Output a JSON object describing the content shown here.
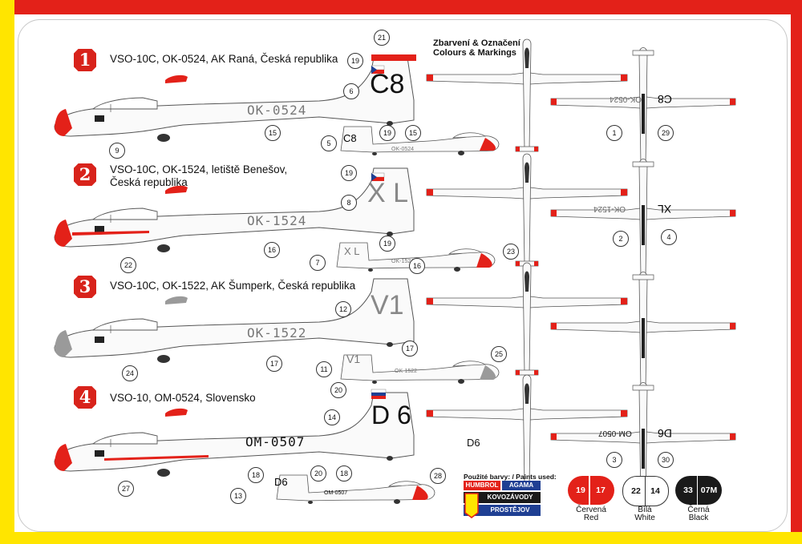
{
  "header": {
    "line1": "Zbarvení & Označení",
    "line2": "Colours & Markings"
  },
  "variants": [
    {
      "number": "1",
      "title": "VSO-10C, OK-0524, AK Raná, Česká republika",
      "title2": "",
      "registration": "OK-0524",
      "tail_code": "C8",
      "top_reg": "OK-0524",
      "top_code": "C8",
      "nose_color": "red"
    },
    {
      "number": "2",
      "title": "VSO-10C, OK-1524, letiště Benešov,",
      "title2": "Česká republika",
      "registration": "OK-1524",
      "tail_code": "X L",
      "top_reg": "OK-1524",
      "top_code": "XL",
      "nose_color": "red"
    },
    {
      "number": "3",
      "title": "VSO-10C, OK-1522, AK Šumperk, Česká republika",
      "title2": "",
      "registration": "OK-1522",
      "tail_code": "V1",
      "top_reg": "",
      "top_code": "",
      "nose_color": "grey"
    },
    {
      "number": "4",
      "title": "VSO-10, OM-0524, Slovensko",
      "title2": "",
      "registration": "OM-0507",
      "tail_code": "D 6",
      "top_reg": "OM-0507",
      "top_code": "D6",
      "nose_color": "red"
    }
  ],
  "small_codes": [
    "C8",
    "X L",
    "V1",
    "D6"
  ],
  "small_regs": [
    "OK-0524",
    "OK-1524",
    "OK-1522",
    "OM-0507"
  ],
  "free_label": "D6",
  "callouts": [
    "21",
    "19",
    "6",
    "9",
    "15",
    "5",
    "19",
    "15",
    "1",
    "29",
    "19",
    "8",
    "16",
    "22",
    "7",
    "19",
    "16",
    "23",
    "2",
    "4",
    "12",
    "17",
    "24",
    "11",
    "17",
    "25",
    "20",
    "14",
    "18",
    "27",
    "13",
    "20",
    "18",
    "28",
    "3",
    "30"
  ],
  "paints": {
    "title": "Použité barvy: / Paints used:",
    "brands": [
      "HUMBROL",
      "AGAMA",
      "KOVOZÁVODY",
      "PROSTĚJOV"
    ],
    "items": [
      {
        "codes": [
          "19",
          "17"
        ],
        "label_cz": "Červená",
        "label_en": "Red",
        "color": "#e32119"
      },
      {
        "codes": [
          "22",
          "14"
        ],
        "label_cz": "Bílá",
        "label_en": "White",
        "color": "#ffffff"
      },
      {
        "codes": [
          "33",
          "07M"
        ],
        "label_cz": "Černá",
        "label_en": "Black",
        "color": "#1a1a1a"
      }
    ]
  },
  "colors": {
    "red": "#e32119",
    "yellow": "#ffe500",
    "grey": "#9a9a9a"
  }
}
